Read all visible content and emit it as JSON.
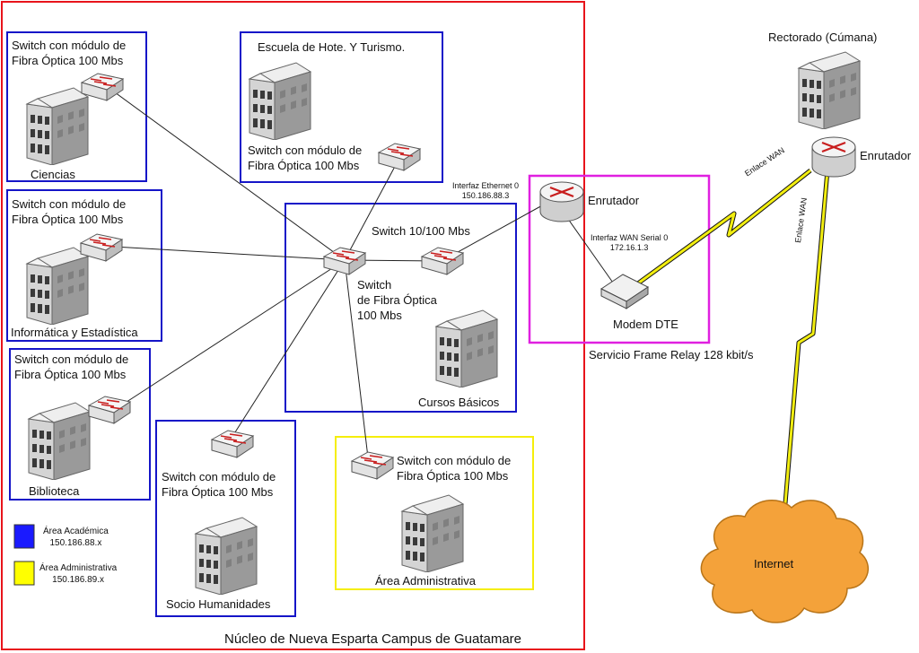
{
  "campus_label": "Núcleo de Nueva Esparta Campus de Guatamare",
  "nodes": {
    "ciencias": {
      "switch_label": "Switch con módulo de\nFibra Óptica 100 Mbs",
      "building_label": "Ciencias"
    },
    "informatica": {
      "switch_label": "Switch con módulo de\nFibra Óptica 100 Mbs",
      "building_label": "Informática y Estadística"
    },
    "biblioteca": {
      "switch_label": "Switch con módulo de\nFibra Óptica 100 Mbs",
      "building_label": "Biblioteca"
    },
    "hoteleria": {
      "building_label": "Escuela de Hote. Y Turismo.",
      "switch_label": "Switch con módulo de\nFibra Óptica 100 Mbs"
    },
    "socio": {
      "switch_label": "Switch con módulo de\nFibra Óptica 100 Mbs",
      "building_label": "Socio Humanidades"
    },
    "administrativa": {
      "switch_label": "Switch con módulo de\nFibra Óptica 100 Mbs",
      "building_label": "Área Administrativa"
    },
    "core": {
      "switch_10_100_label": "Switch 10/100 Mbs",
      "fiber_switch_label": "Switch\nde Fibra Óptica\n100 Mbs",
      "building_label": "Cursos Básicos"
    }
  },
  "router_local": {
    "label": "Enrutador",
    "eth_iface_label": "Interfaz Ethernet 0\n150.186.88.3",
    "wan_iface_label": "Interfaz WAN Serial 0\n172.16.1.3"
  },
  "modem": {
    "label": "Modem DTE"
  },
  "frame_relay_label": "Servicio Frame Relay 128 kbit/s",
  "rectorado": {
    "label": "Rectorado (Cúmana)",
    "router_label": "Enrutador"
  },
  "wan_link_label_1": "Enlace WAN",
  "wan_link_label_2": "Enlace WAN",
  "internet_label": "Internet",
  "legend": [
    {
      "label": "Área Académica\n150.186.88.x",
      "color": "#1a1aff"
    },
    {
      "label": "Área Administrativa\n150.186.89.x",
      "color": "#ffff00"
    }
  ],
  "colors": {
    "campus_border": "#e8141b",
    "academic_border": "#1515c8",
    "admin_border": "#f5ee0a",
    "frame_relay_border": "#e020e0",
    "wan_link": "#f2ee10"
  }
}
